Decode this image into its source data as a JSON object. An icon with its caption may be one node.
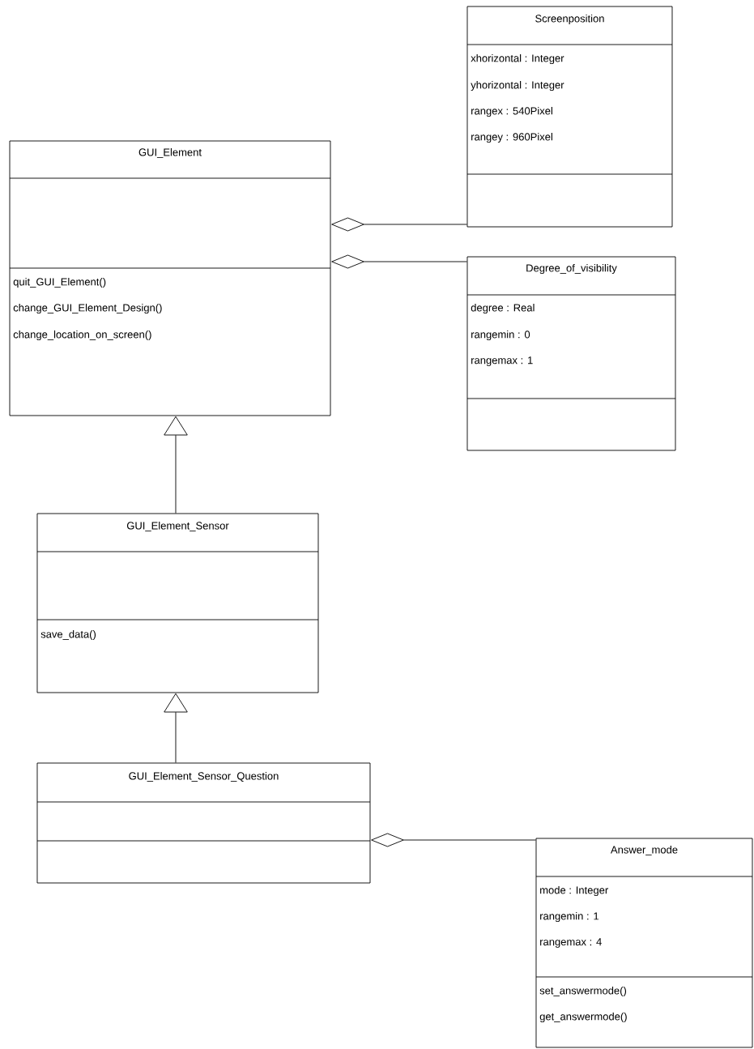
{
  "diagram": {
    "nodes": [
      {
        "text": [
          "Screenposition",
          "xhorizontal : Integer",
          "yhorizontal : Integer",
          "rangex : 540Pixel",
          "rangey : 960Pixel"
        ]
      },
      {
        "text": [
          "GUI_Element",
          "quit_GUI_Element()",
          "change_GUI_Element_Design()",
          "change_location_on_screen()"
        ]
      },
      {
        "text": [
          "Degree_of_visibility",
          "degree : Real",
          "rangemin : 0",
          "rangemax : 1"
        ]
      },
      {
        "text": [
          "GUI_Element_Sensor",
          "save_data()"
        ]
      },
      {
        "text": [
          "GUI_Element_Sensor_Question"
        ]
      },
      {
        "text": [
          "Answer_mode",
          "mode : Integer",
          "rangemin : 1",
          "rangemax : 4",
          "set_answermode()",
          "get_answermode()"
        ]
      }
    ],
    "edges": [
      {
        "from": 1,
        "to": 0,
        "arrow": "other"
      },
      {
        "from": 1,
        "to": 2,
        "arrow": "other"
      },
      {
        "from": 3,
        "to": 1,
        "arrow": "to"
      },
      {
        "from": 4,
        "to": 3,
        "arrow": "to"
      },
      {
        "from": 4,
        "to": 5,
        "arrow": "other"
      }
    ]
  }
}
